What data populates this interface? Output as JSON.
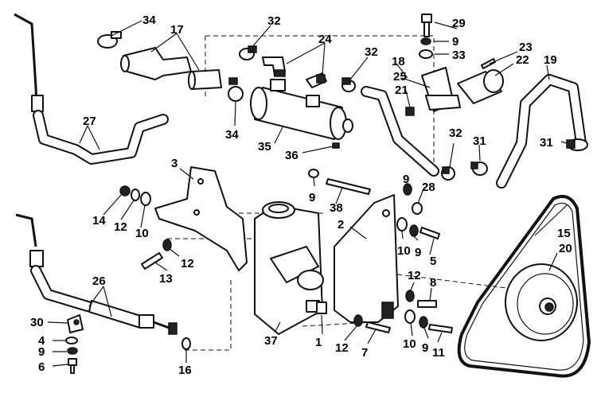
{
  "labels": {
    "l1": "1",
    "l2": "2",
    "l3": "3",
    "l4": "4",
    "l5": "5",
    "l6": "6",
    "l7": "7",
    "l8": "8",
    "l9a": "9",
    "l9b": "9",
    "l9c": "9",
    "l9d": "9",
    "l9e": "9",
    "l9f": "9",
    "l10a": "10",
    "l10b": "10",
    "l10c": "10",
    "l11": "11",
    "l12a": "12",
    "l12b": "12",
    "l12c": "12",
    "l12d": "12",
    "l13": "13",
    "l14": "14",
    "l15": "15",
    "l16": "16",
    "l17": "17",
    "l18": "18",
    "l19": "19",
    "l20": "20",
    "l21": "21",
    "l22": "22",
    "l23": "23",
    "l24": "24",
    "l25": "25",
    "l26": "26",
    "l27": "27",
    "l28": "28",
    "l29": "29",
    "l30": "30",
    "l31a": "31",
    "l31b": "31",
    "l32a": "32",
    "l32b": "32",
    "l32c": "32",
    "l33": "33",
    "l34a": "34",
    "l34b": "34",
    "l35": "35",
    "l36": "36",
    "l37": "37",
    "l38": "38"
  }
}
